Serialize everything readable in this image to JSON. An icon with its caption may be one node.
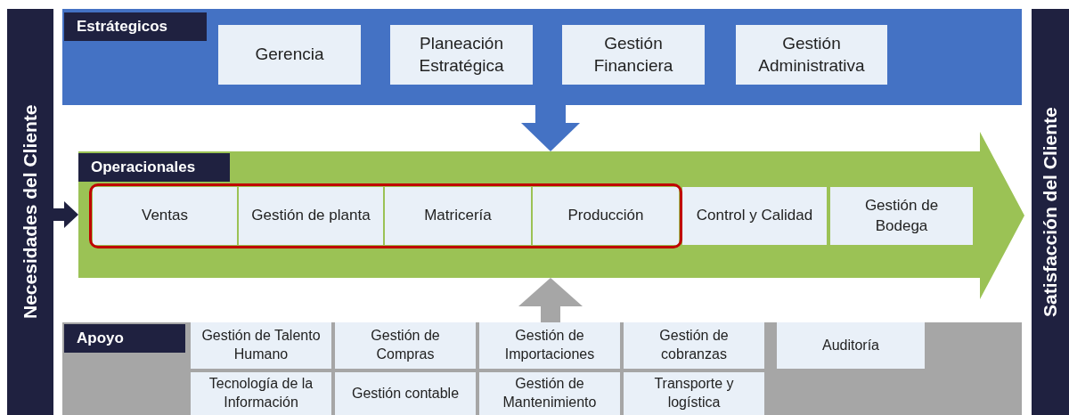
{
  "diagram": {
    "nodes": [
      {
        "text": [
          "Necesidades del Cliente"
        ]
      },
      {
        "text": [
          "Satisfacción del Cliente"
        ]
      },
      {
        "text": [
          "Estrátegicos"
        ]
      },
      {
        "text": [
          "Gerencia"
        ],
        "in": 2
      },
      {
        "text": [
          "Planeación Estratégica"
        ],
        "in": 2
      },
      {
        "text": [
          "Gestión Financiera"
        ],
        "in": 2
      },
      {
        "text": [
          "Gestión Administrativa"
        ],
        "in": 2
      },
      {
        "text": [
          "Operacionales"
        ]
      },
      {
        "text": [
          "Ventas"
        ],
        "in": 7
      },
      {
        "text": [
          "Gestión de planta"
        ],
        "in": 7
      },
      {
        "text": [
          "Matricería"
        ],
        "in": 7
      },
      {
        "text": [
          "Producción"
        ],
        "in": 7
      },
      {
        "text": [
          "Control y Calidad"
        ],
        "in": 7
      },
      {
        "text": [
          "Gestión de Bodega"
        ],
        "in": 7
      },
      {
        "text": [
          "Apoyo"
        ]
      },
      {
        "text": [
          "Gestión de Talento Humano"
        ],
        "in": 14
      },
      {
        "text": [
          "Gestión de Compras"
        ],
        "in": 14
      },
      {
        "text": [
          "Gestión de Importaciones"
        ],
        "in": 14
      },
      {
        "text": [
          "Gestión de cobranzas"
        ],
        "in": 14
      },
      {
        "text": [
          "Auditoría"
        ],
        "in": 14
      },
      {
        "text": [
          "Tecnología de la Información"
        ],
        "in": 14
      },
      {
        "text": [
          "Gestión contable"
        ],
        "in": 14
      },
      {
        "text": [
          "Gestión de Mantenimiento"
        ],
        "in": 14
      },
      {
        "text": [
          "Transporte y logística"
        ],
        "in": 14
      }
    ],
    "edges": [
      {
        "from": 0,
        "to": 7,
        "arrow": "to",
        "color": "#1f2140"
      },
      {
        "from": 2,
        "to": 7,
        "arrow": "to",
        "color": "#4472c4"
      },
      {
        "from": 14,
        "to": 7,
        "arrow": "to",
        "color": "#a6a6a6"
      }
    ]
  }
}
